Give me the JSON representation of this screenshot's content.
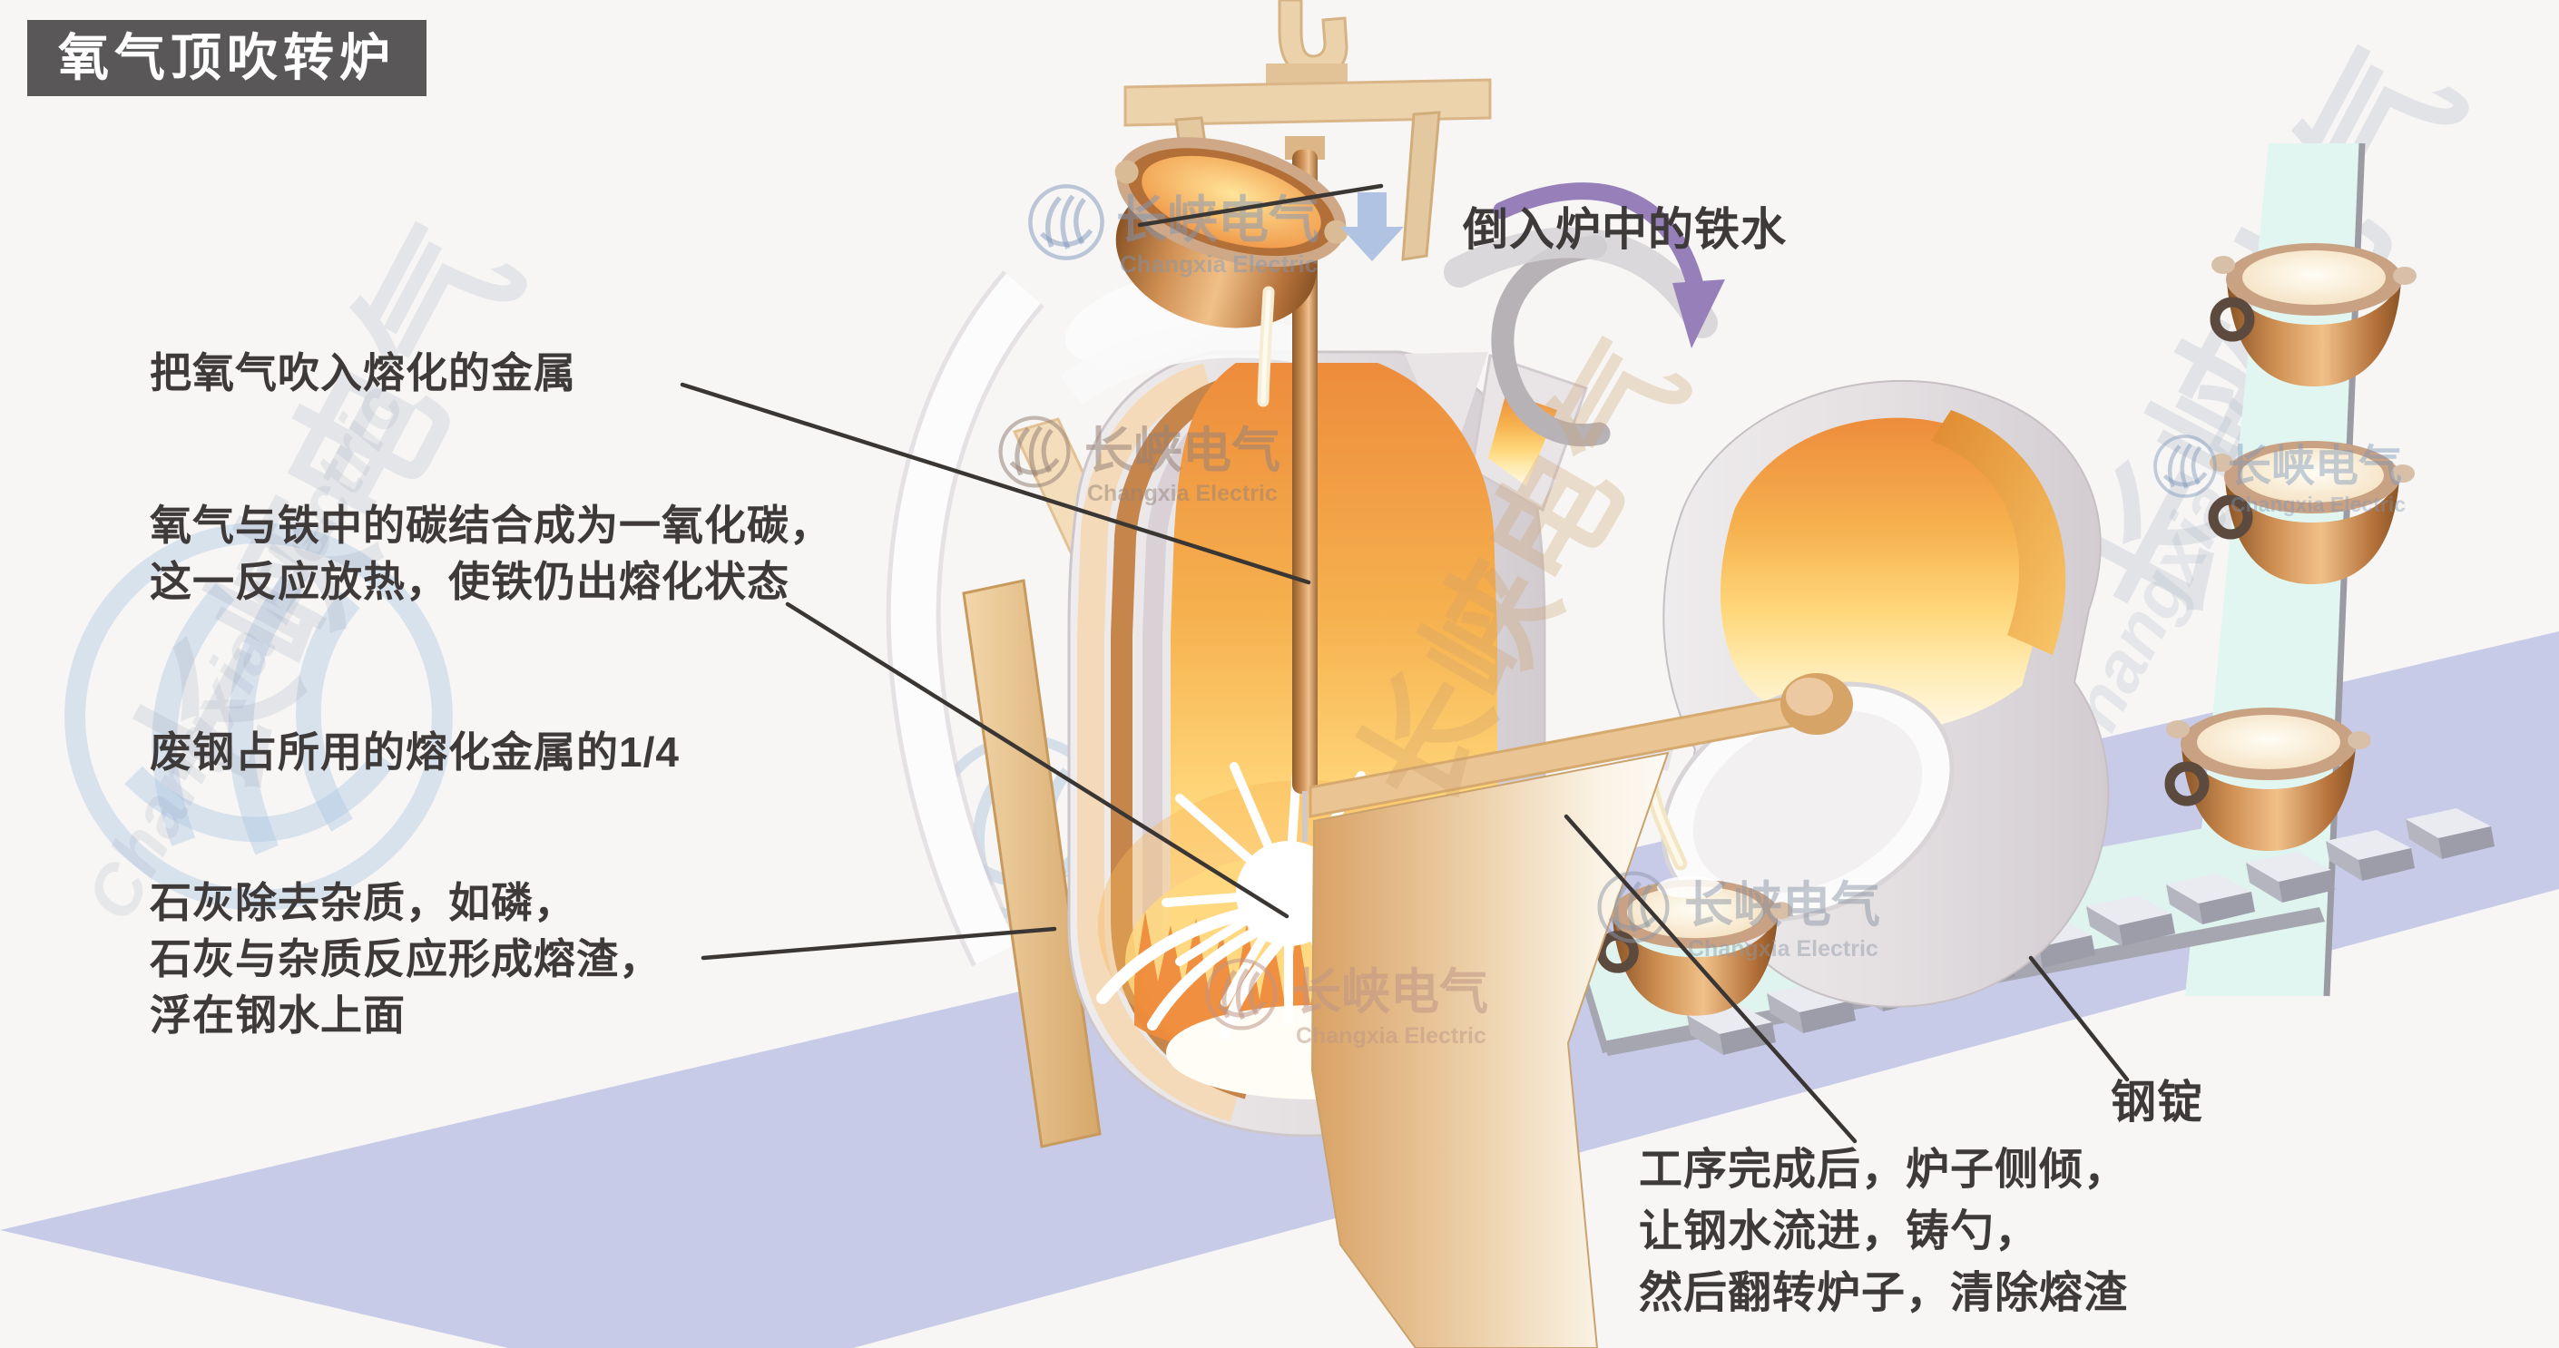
{
  "title": "氧气顶吹转炉",
  "watermark": {
    "cn": "长峡电气",
    "en": "Changxia Electric"
  },
  "labels": {
    "pour_iron": "倒入炉中的铁水",
    "blow_oxygen": "把氧气吹入熔化的金属",
    "co_line1": "氧气与铁中的碳结合成为一氧化碳，",
    "co_line2": "这一反应放热，使铁仍出熔化状态",
    "scrap": "废钢占所用的熔化金属的1/4",
    "lime_line1": "石灰除去杂质，如磷，",
    "lime_line2": "石灰与杂质反应形成熔渣，",
    "lime_line3": "浮在钢水上面",
    "ingot": "钢锭",
    "finish_line1": "工序完成后，炉子侧倾，",
    "finish_line2": "让钢水流进，铸勺，",
    "finish_line3": "然后翻转炉子，清除熔渣"
  },
  "colors": {
    "background": "#f7f6f4",
    "floor_band": "#c7cbe8",
    "conveyor": "#e0f6f0",
    "title_bg": "#595757",
    "text": "#3e3a39",
    "copper": "#c98e55",
    "furnace_interior": "#ef8f3e",
    "purple_arrow": "#9780ba",
    "blue_arrow": "#b0c3e2",
    "ingot_gray": "#b4b5bf"
  }
}
